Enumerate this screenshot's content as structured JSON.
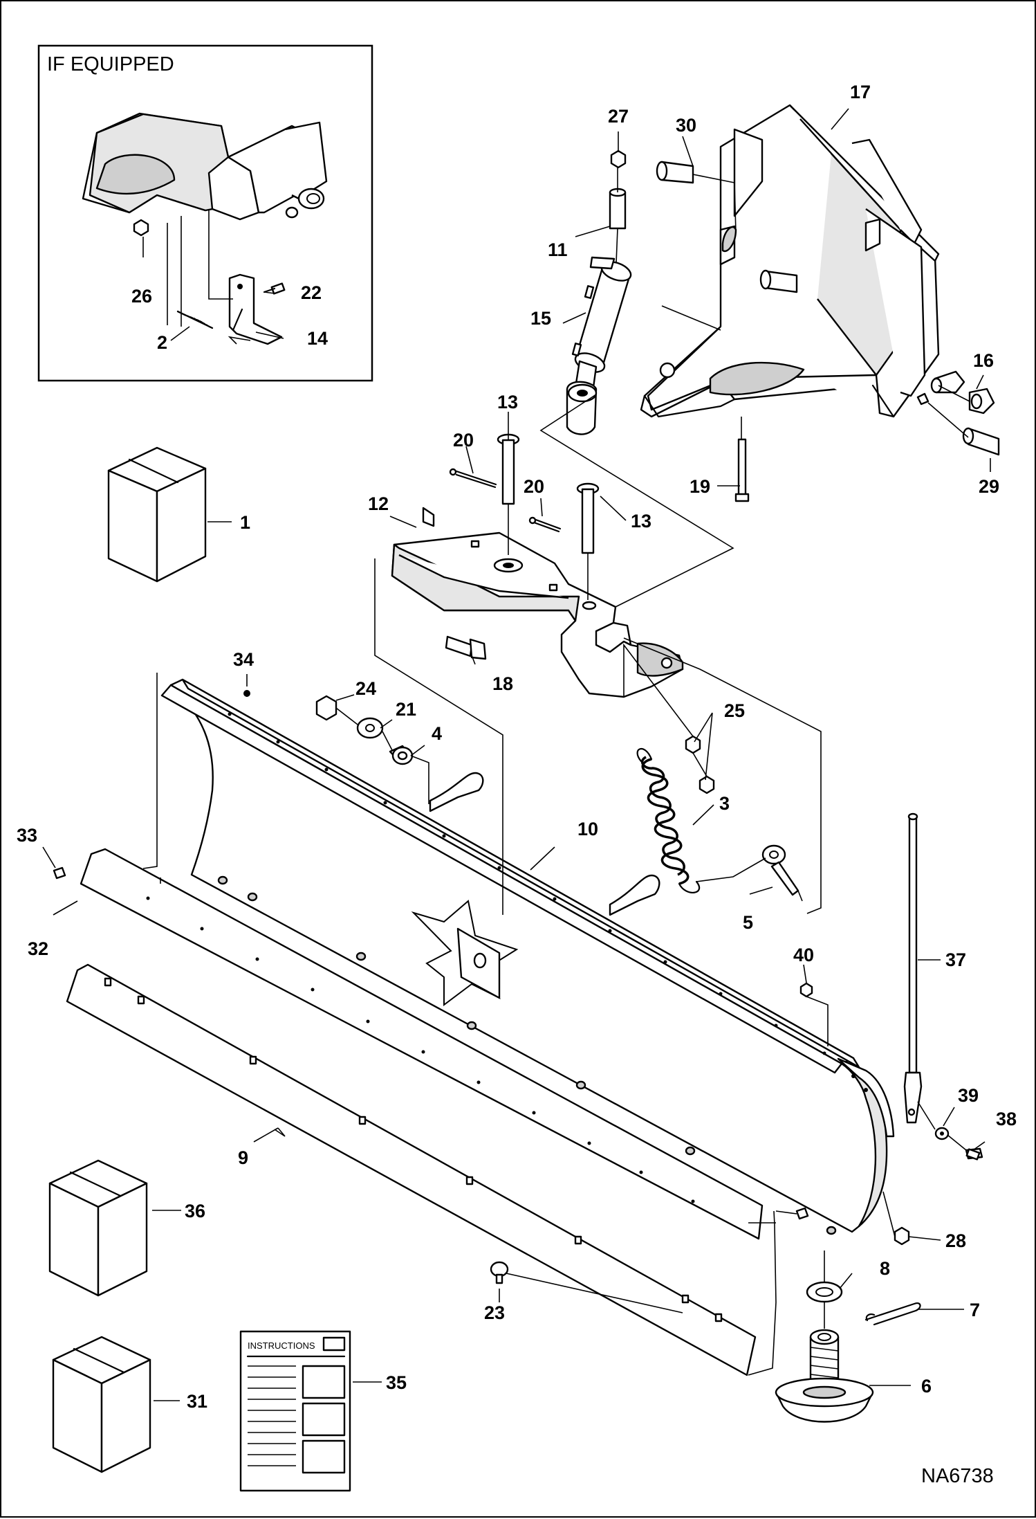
{
  "inset": {
    "title": "IF EQUIPPED"
  },
  "drawing_number": "NA6738",
  "manual": {
    "label": "INSTRUCTIONS"
  },
  "callouts": [
    {
      "id": "c1",
      "label": "1"
    },
    {
      "id": "c2",
      "label": "2"
    },
    {
      "id": "c3",
      "label": "3"
    },
    {
      "id": "c4",
      "label": "4"
    },
    {
      "id": "c5",
      "label": "5"
    },
    {
      "id": "c6",
      "label": "6"
    },
    {
      "id": "c7",
      "label": "7"
    },
    {
      "id": "c8",
      "label": "8"
    },
    {
      "id": "c9",
      "label": "9"
    },
    {
      "id": "c10",
      "label": "10"
    },
    {
      "id": "c11",
      "label": "11"
    },
    {
      "id": "c12",
      "label": "12"
    },
    {
      "id": "c13a",
      "label": "13"
    },
    {
      "id": "c13b",
      "label": "13"
    },
    {
      "id": "c14",
      "label": "14"
    },
    {
      "id": "c15",
      "label": "15"
    },
    {
      "id": "c16",
      "label": "16"
    },
    {
      "id": "c17",
      "label": "17"
    },
    {
      "id": "c18",
      "label": "18"
    },
    {
      "id": "c19",
      "label": "19"
    },
    {
      "id": "c20a",
      "label": "20"
    },
    {
      "id": "c20b",
      "label": "20"
    },
    {
      "id": "c21",
      "label": "21"
    },
    {
      "id": "c22",
      "label": "22"
    },
    {
      "id": "c23",
      "label": "23"
    },
    {
      "id": "c24",
      "label": "24"
    },
    {
      "id": "c25",
      "label": "25"
    },
    {
      "id": "c26",
      "label": "26"
    },
    {
      "id": "c27",
      "label": "27"
    },
    {
      "id": "c28",
      "label": "28"
    },
    {
      "id": "c29",
      "label": "29"
    },
    {
      "id": "c30",
      "label": "30"
    },
    {
      "id": "c31",
      "label": "31"
    },
    {
      "id": "c32",
      "label": "32"
    },
    {
      "id": "c33",
      "label": "33"
    },
    {
      "id": "c34",
      "label": "34"
    },
    {
      "id": "c35",
      "label": "35"
    },
    {
      "id": "c36",
      "label": "36"
    },
    {
      "id": "c37",
      "label": "37"
    },
    {
      "id": "c38",
      "label": "38"
    },
    {
      "id": "c39",
      "label": "39"
    },
    {
      "id": "c40",
      "label": "40"
    }
  ]
}
